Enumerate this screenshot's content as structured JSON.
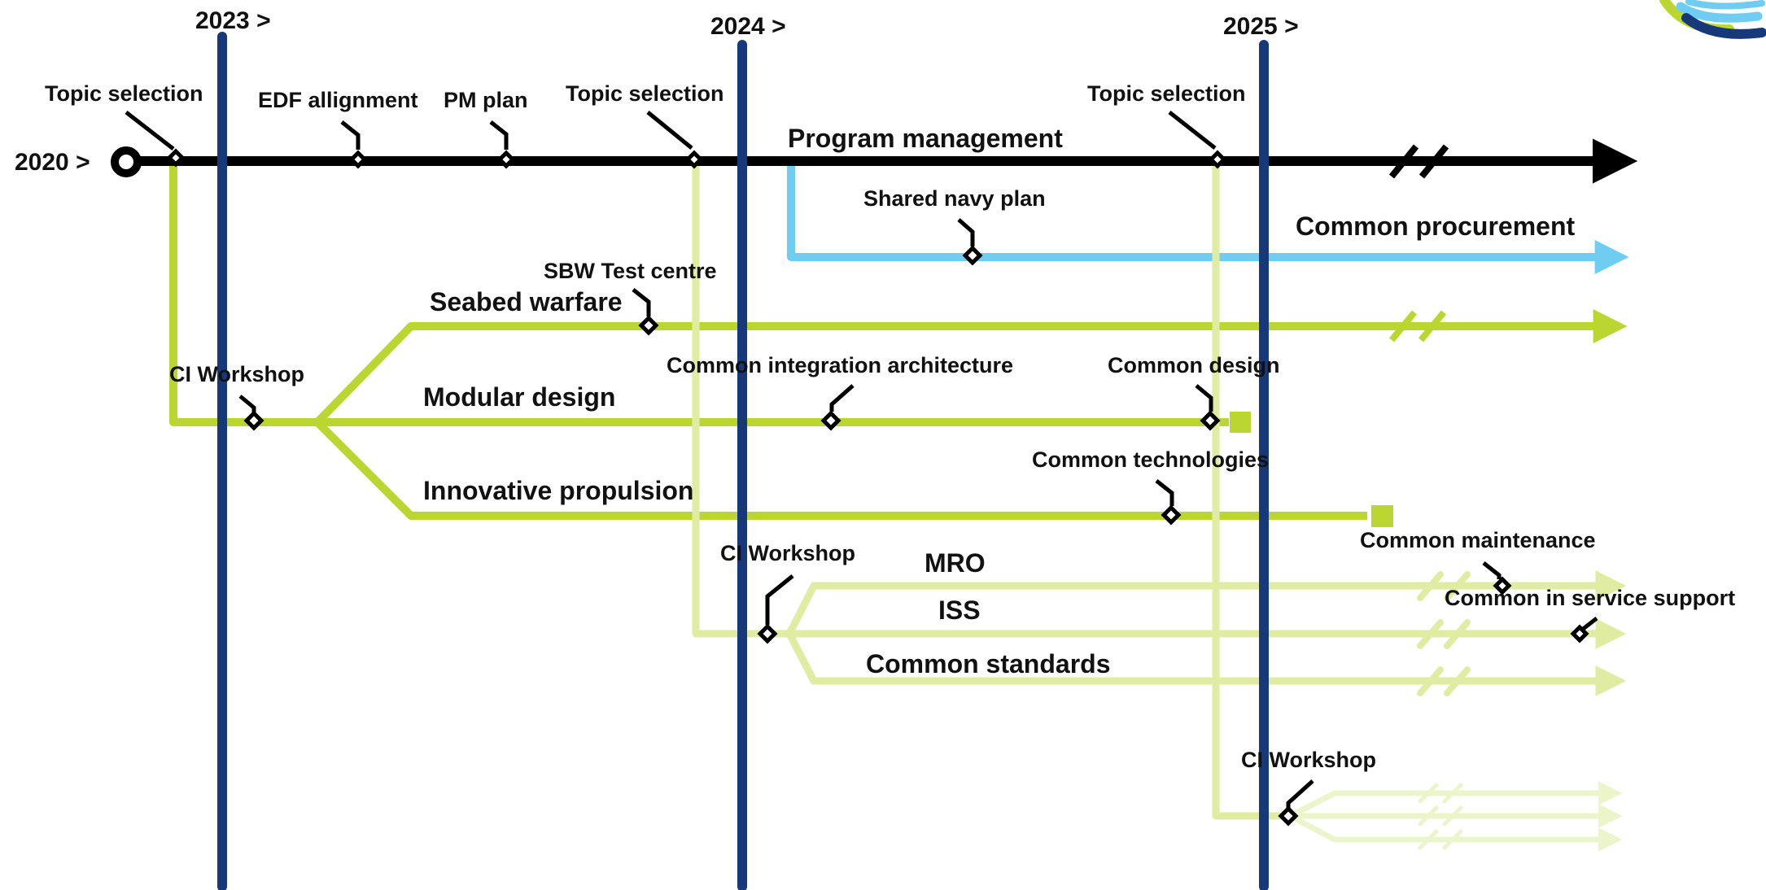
{
  "years": {
    "start": "2020 >",
    "y2023": "2023 >",
    "y2024": "2024 >",
    "y2025": "2025 >"
  },
  "branches": {
    "program_management": "Program management",
    "common_procurement": "Common procurement",
    "seabed_warfare": "Seabed warfare",
    "modular_design": "Modular design",
    "innovative_propulsion": "Innovative propulsion",
    "mro": "MRO",
    "iss": "ISS",
    "common_standards": "Common standards"
  },
  "milestones": {
    "topic_selection_1": "Topic selection",
    "edf_alignment": "EDF allignment",
    "pm_plan": "PM plan",
    "topic_selection_2": "Topic selection",
    "topic_selection_3": "Topic selection",
    "shared_navy_plan": "Shared navy plan",
    "sbw_test_centre": "SBW Test centre",
    "ci_workshop_1": "CI Workshop",
    "common_integration_architecture": "Common integration architecture",
    "common_design": "Common design",
    "common_technologies": "Common technologies",
    "ci_workshop_2": "CI Workshop",
    "common_maintenance": "Common maintenance",
    "common_in_service_support": "Common in service support",
    "ci_workshop_3": "CI Workshop"
  },
  "colors": {
    "main_line": "#000000",
    "year_marker": "#17397a",
    "procurement_line": "#6fcdf2",
    "green_line": "#bcd631",
    "pale_green_line": "#dfeca2",
    "faded_green_line": "#ecf4cc",
    "logo_navy": "#17397a",
    "logo_blue": "#6fcdf2",
    "logo_green": "#bcd631"
  },
  "icons": {
    "milestone": "diamond-icon",
    "start": "start-circle-icon",
    "break": "break-mark-icon",
    "end": "end-square-icon",
    "logo": "logo-icon"
  }
}
